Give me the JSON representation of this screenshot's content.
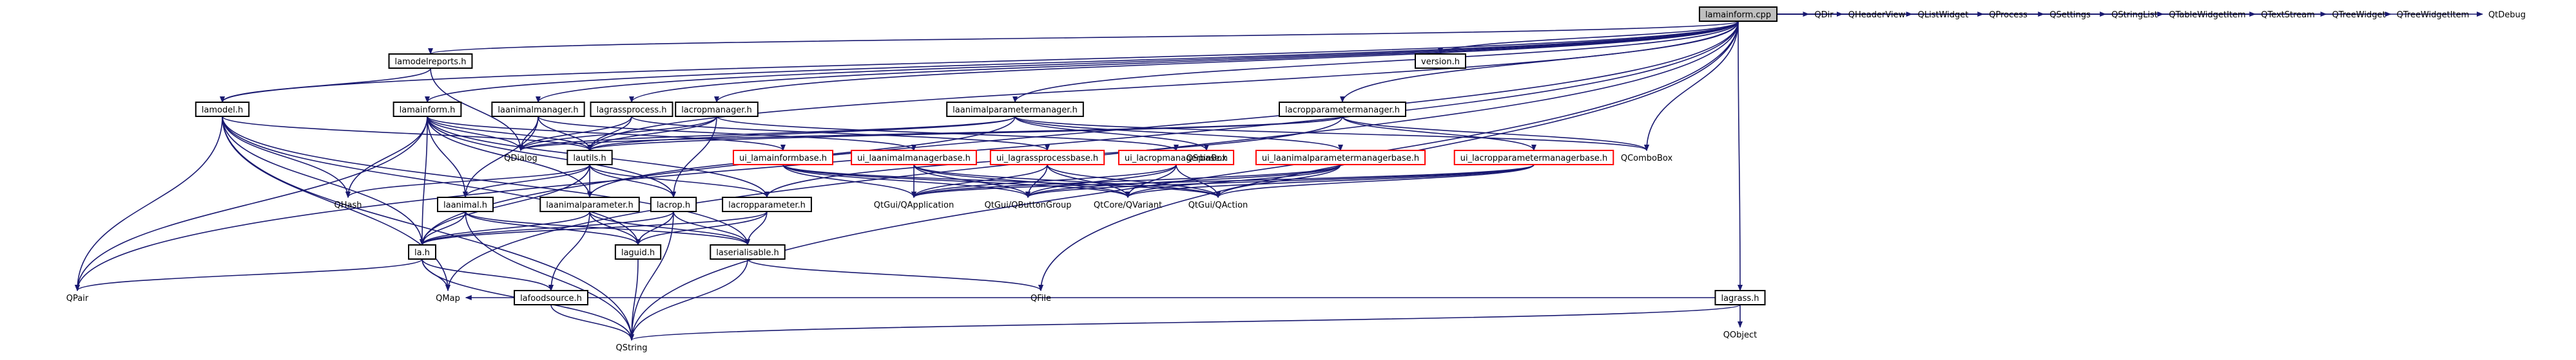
{
  "colors": {
    "edge": "#191970",
    "root_fill": "#bfbfbf",
    "box_fill": "#ffffff",
    "box_stroke": "#000000",
    "red_stroke": "#ff0000",
    "text": "#000000"
  },
  "nodes": [
    {
      "id": "root",
      "label": "lamainform.cpp",
      "style": "root"
    },
    {
      "id": "lamodelreports",
      "label": "lamodelreports.h",
      "style": "boxed"
    },
    {
      "id": "version",
      "label": "version.h",
      "style": "boxed"
    },
    {
      "id": "lamodel",
      "label": "lamodel.h",
      "style": "boxed"
    },
    {
      "id": "lamainform",
      "label": "lamainform.h",
      "style": "boxed"
    },
    {
      "id": "laanimalmanager",
      "label": "laanimalmanager.h",
      "style": "boxed"
    },
    {
      "id": "lagrassprocess",
      "label": "lagrassprocess.h",
      "style": "boxed"
    },
    {
      "id": "lacropmanager",
      "label": "lacropmanager.h",
      "style": "boxed"
    },
    {
      "id": "laanimalparametermanager",
      "label": "laanimalparametermanager.h",
      "style": "boxed"
    },
    {
      "id": "lacropparametermanager",
      "label": "lacropparametermanager.h",
      "style": "boxed"
    },
    {
      "id": "QDialog",
      "label": "QDialog",
      "style": "plain"
    },
    {
      "id": "lautils",
      "label": "lautils.h",
      "style": "boxed"
    },
    {
      "id": "ui_lamainformbase",
      "label": "ui_lamainformbase.h",
      "style": "red"
    },
    {
      "id": "ui_laanimalmanagerbase",
      "label": "ui_laanimalmanagerbase.h",
      "style": "red"
    },
    {
      "id": "ui_lagrassprocessbase",
      "label": "ui_lagrassprocessbase.h",
      "style": "red"
    },
    {
      "id": "ui_lacropmanagerbase",
      "label": "ui_lacropmanagerbase.h",
      "style": "red"
    },
    {
      "id": "ui_laanimalparametermanagerbase",
      "label": "ui_laanimalparametermanagerbase.h",
      "style": "red"
    },
    {
      "id": "ui_lacropparametermanagerbase",
      "label": "ui_lacropparametermanagerbase.h",
      "style": "red"
    },
    {
      "id": "QSpinBox",
      "label": "QSpinBox",
      "style": "plain"
    },
    {
      "id": "QComboBox",
      "label": "QComboBox",
      "style": "plain"
    },
    {
      "id": "QHash",
      "label": "QHash",
      "style": "plain"
    },
    {
      "id": "laanimal",
      "label": "laanimal.h",
      "style": "boxed"
    },
    {
      "id": "laanimalparameter",
      "label": "laanimalparameter.h",
      "style": "boxed"
    },
    {
      "id": "lacrop",
      "label": "lacrop.h",
      "style": "boxed"
    },
    {
      "id": "lacropparameter",
      "label": "lacropparameter.h",
      "style": "boxed"
    },
    {
      "id": "QtGuiQApplication",
      "label": "QtGui/QApplication",
      "style": "plain"
    },
    {
      "id": "QtGuiQButtonGroup",
      "label": "QtGui/QButtonGroup",
      "style": "plain"
    },
    {
      "id": "QtCoreQVariant",
      "label": "QtCore/QVariant",
      "style": "plain"
    },
    {
      "id": "QtGuiQAction",
      "label": "QtGui/QAction",
      "style": "plain"
    },
    {
      "id": "la",
      "label": "la.h",
      "style": "boxed"
    },
    {
      "id": "laguid",
      "label": "laguid.h",
      "style": "boxed"
    },
    {
      "id": "laserialisable",
      "label": "laserialisable.h",
      "style": "boxed"
    },
    {
      "id": "lafoodsource",
      "label": "lafoodsource.h",
      "style": "boxed"
    },
    {
      "id": "lagrass",
      "label": "lagrass.h",
      "style": "boxed"
    },
    {
      "id": "QPair",
      "label": "QPair",
      "style": "plain"
    },
    {
      "id": "QMap",
      "label": "QMap",
      "style": "plain"
    },
    {
      "id": "QFile",
      "label": "QFile",
      "style": "plain"
    },
    {
      "id": "QObject",
      "label": "QObject",
      "style": "plain"
    },
    {
      "id": "QString",
      "label": "QString",
      "style": "plain"
    },
    {
      "id": "QDir",
      "label": "QDir",
      "style": "plain"
    },
    {
      "id": "QHeaderView",
      "label": "QHeaderView",
      "style": "plain"
    },
    {
      "id": "QListWidget",
      "label": "QListWidget",
      "style": "plain"
    },
    {
      "id": "QProcess",
      "label": "QProcess",
      "style": "plain"
    },
    {
      "id": "QSettings",
      "label": "QSettings",
      "style": "plain"
    },
    {
      "id": "QStringList",
      "label": "QStringList",
      "style": "plain"
    },
    {
      "id": "QTableWidgetItem",
      "label": "QTableWidgetItem",
      "style": "plain"
    },
    {
      "id": "QTextStream",
      "label": "QTextStream",
      "style": "plain"
    },
    {
      "id": "QTreeWidget",
      "label": "QTreeWidget",
      "style": "plain"
    },
    {
      "id": "QTreeWidgetItem",
      "label": "QTreeWidgetItem",
      "style": "plain"
    },
    {
      "id": "QtDebug",
      "label": "QtDebug",
      "style": "plain"
    }
  ],
  "edges": [
    [
      "root",
      "lamodelreports"
    ],
    [
      "root",
      "version"
    ],
    [
      "root",
      "lamodel"
    ],
    [
      "root",
      "lamainform"
    ],
    [
      "root",
      "laanimalmanager"
    ],
    [
      "root",
      "lagrassprocess"
    ],
    [
      "root",
      "lacropmanager"
    ],
    [
      "root",
      "laanimalparametermanager"
    ],
    [
      "root",
      "lacropparametermanager"
    ],
    [
      "root",
      "QComboBox"
    ],
    [
      "root",
      "lagrass"
    ],
    [
      "root",
      "QPair"
    ],
    [
      "root",
      "QMap"
    ],
    [
      "root",
      "QFile"
    ],
    [
      "root",
      "QString"
    ],
    [
      "root",
      "QDir"
    ],
    [
      "root",
      "QHeaderView"
    ],
    [
      "root",
      "QListWidget"
    ],
    [
      "root",
      "QProcess"
    ],
    [
      "root",
      "QSettings"
    ],
    [
      "root",
      "QStringList"
    ],
    [
      "root",
      "QTableWidgetItem"
    ],
    [
      "root",
      "QTextStream"
    ],
    [
      "root",
      "QTreeWidget"
    ],
    [
      "root",
      "QTreeWidgetItem"
    ],
    [
      "root",
      "QtDebug"
    ],
    [
      "root",
      "lautils"
    ],
    [
      "root",
      "la"
    ],
    [
      "lamodelreports",
      "lamodel"
    ],
    [
      "lamodelreports",
      "QDialog"
    ],
    [
      "lamodel",
      "lautils"
    ],
    [
      "lamodel",
      "la"
    ],
    [
      "lamodel",
      "QHash"
    ],
    [
      "lamodel",
      "QPair"
    ],
    [
      "lamodel",
      "QMap"
    ],
    [
      "lamodel",
      "QString"
    ],
    [
      "lamodel",
      "laguid"
    ],
    [
      "lamodel",
      "laserialisable"
    ],
    [
      "lamainform",
      "QDialog"
    ],
    [
      "lamainform",
      "ui_lamainformbase"
    ],
    [
      "lamainform",
      "lautils"
    ],
    [
      "lamainform",
      "laanimal"
    ],
    [
      "lamainform",
      "laanimalparameter"
    ],
    [
      "lamainform",
      "lacrop"
    ],
    [
      "lamainform",
      "lacropparameter"
    ],
    [
      "lamainform",
      "la"
    ],
    [
      "lamainform",
      "QHash"
    ],
    [
      "lamainform",
      "QPair"
    ],
    [
      "laanimalmanager",
      "QDialog"
    ],
    [
      "laanimalmanager",
      "ui_laanimalmanagerbase"
    ],
    [
      "laanimalmanager",
      "lautils"
    ],
    [
      "laanimalmanager",
      "laanimal"
    ],
    [
      "lagrassprocess",
      "QDialog"
    ],
    [
      "lagrassprocess",
      "ui_lagrassprocessbase"
    ],
    [
      "lagrassprocess",
      "lautils"
    ],
    [
      "lacropmanager",
      "QDialog"
    ],
    [
      "lacropmanager",
      "ui_lacropmanagerbase"
    ],
    [
      "lacropmanager",
      "lautils"
    ],
    [
      "lacropmanager",
      "lacrop"
    ],
    [
      "laanimalparametermanager",
      "QDialog"
    ],
    [
      "laanimalparametermanager",
      "ui_laanimalparametermanagerbase"
    ],
    [
      "laanimalparametermanager",
      "lautils"
    ],
    [
      "laanimalparametermanager",
      "laanimalparameter"
    ],
    [
      "laanimalparametermanager",
      "QSpinBox"
    ],
    [
      "laanimalparametermanager",
      "QComboBox"
    ],
    [
      "lacropparametermanager",
      "QDialog"
    ],
    [
      "lacropparametermanager",
      "ui_lacropparametermanagerbase"
    ],
    [
      "lacropparametermanager",
      "lautils"
    ],
    [
      "lacropparametermanager",
      "lacropparameter"
    ],
    [
      "lacropparametermanager",
      "QComboBox"
    ],
    [
      "lautils",
      "QHash"
    ],
    [
      "lautils",
      "la"
    ],
    [
      "lautils",
      "laanimal"
    ],
    [
      "lautils",
      "laanimalparameter"
    ],
    [
      "lautils",
      "lacrop"
    ],
    [
      "lautils",
      "lacropparameter"
    ],
    [
      "ui_lamainformbase",
      "QtGuiQApplication"
    ],
    [
      "ui_lamainformbase",
      "QtGuiQButtonGroup"
    ],
    [
      "ui_lamainformbase",
      "QtCoreQVariant"
    ],
    [
      "ui_lamainformbase",
      "QtGuiQAction"
    ],
    [
      "ui_laanimalmanagerbase",
      "QtGuiQApplication"
    ],
    [
      "ui_laanimalmanagerbase",
      "QtGuiQButtonGroup"
    ],
    [
      "ui_laanimalmanagerbase",
      "QtCoreQVariant"
    ],
    [
      "ui_laanimalmanagerbase",
      "QtGuiQAction"
    ],
    [
      "ui_lagrassprocessbase",
      "QtGuiQApplication"
    ],
    [
      "ui_lagrassprocessbase",
      "QtGuiQButtonGroup"
    ],
    [
      "ui_lagrassprocessbase",
      "QtCoreQVariant"
    ],
    [
      "ui_lagrassprocessbase",
      "QtGuiQAction"
    ],
    [
      "ui_lacropmanagerbase",
      "QtGuiQApplication"
    ],
    [
      "ui_lacropmanagerbase",
      "QtGuiQButtonGroup"
    ],
    [
      "ui_lacropmanagerbase",
      "QtCoreQVariant"
    ],
    [
      "ui_lacropmanagerbase",
      "QtGuiQAction"
    ],
    [
      "ui_laanimalparametermanagerbase",
      "QtGuiQApplication"
    ],
    [
      "ui_laanimalparametermanagerbase",
      "QtGuiQButtonGroup"
    ],
    [
      "ui_laanimalparametermanagerbase",
      "QtCoreQVariant"
    ],
    [
      "ui_laanimalparametermanagerbase",
      "QtGuiQAction"
    ],
    [
      "ui_lacropparametermanagerbase",
      "QtGuiQApplication"
    ],
    [
      "ui_lacropparametermanagerbase",
      "QtGuiQButtonGroup"
    ],
    [
      "ui_lacropparametermanagerbase",
      "QtCoreQVariant"
    ],
    [
      "ui_lacropparametermanagerbase",
      "QtGuiQAction"
    ],
    [
      "laanimal",
      "la"
    ],
    [
      "laanimal",
      "laguid"
    ],
    [
      "laanimal",
      "laserialisable"
    ],
    [
      "laanimal",
      "QString"
    ],
    [
      "laanimalparameter",
      "la"
    ],
    [
      "laanimalparameter",
      "laguid"
    ],
    [
      "laanimalparameter",
      "laserialisable"
    ],
    [
      "laanimalparameter",
      "lafoodsource"
    ],
    [
      "lacrop",
      "la"
    ],
    [
      "lacrop",
      "laguid"
    ],
    [
      "lacrop",
      "laserialisable"
    ],
    [
      "lacrop",
      "QString"
    ],
    [
      "lacropparameter",
      "laguid"
    ],
    [
      "lacropparameter",
      "laserialisable"
    ],
    [
      "lacropparameter",
      "la"
    ],
    [
      "la",
      "QPair"
    ],
    [
      "la",
      "QMap"
    ],
    [
      "la",
      "QString"
    ],
    [
      "la",
      "lafoodsource"
    ],
    [
      "laguid",
      "QString"
    ],
    [
      "laserialisable",
      "QFile"
    ],
    [
      "laserialisable",
      "QString"
    ],
    [
      "lafoodsource",
      "QString"
    ],
    [
      "lagrass",
      "QObject"
    ],
    [
      "lagrass",
      "QMap"
    ],
    [
      "lagrass",
      "QString"
    ]
  ]
}
